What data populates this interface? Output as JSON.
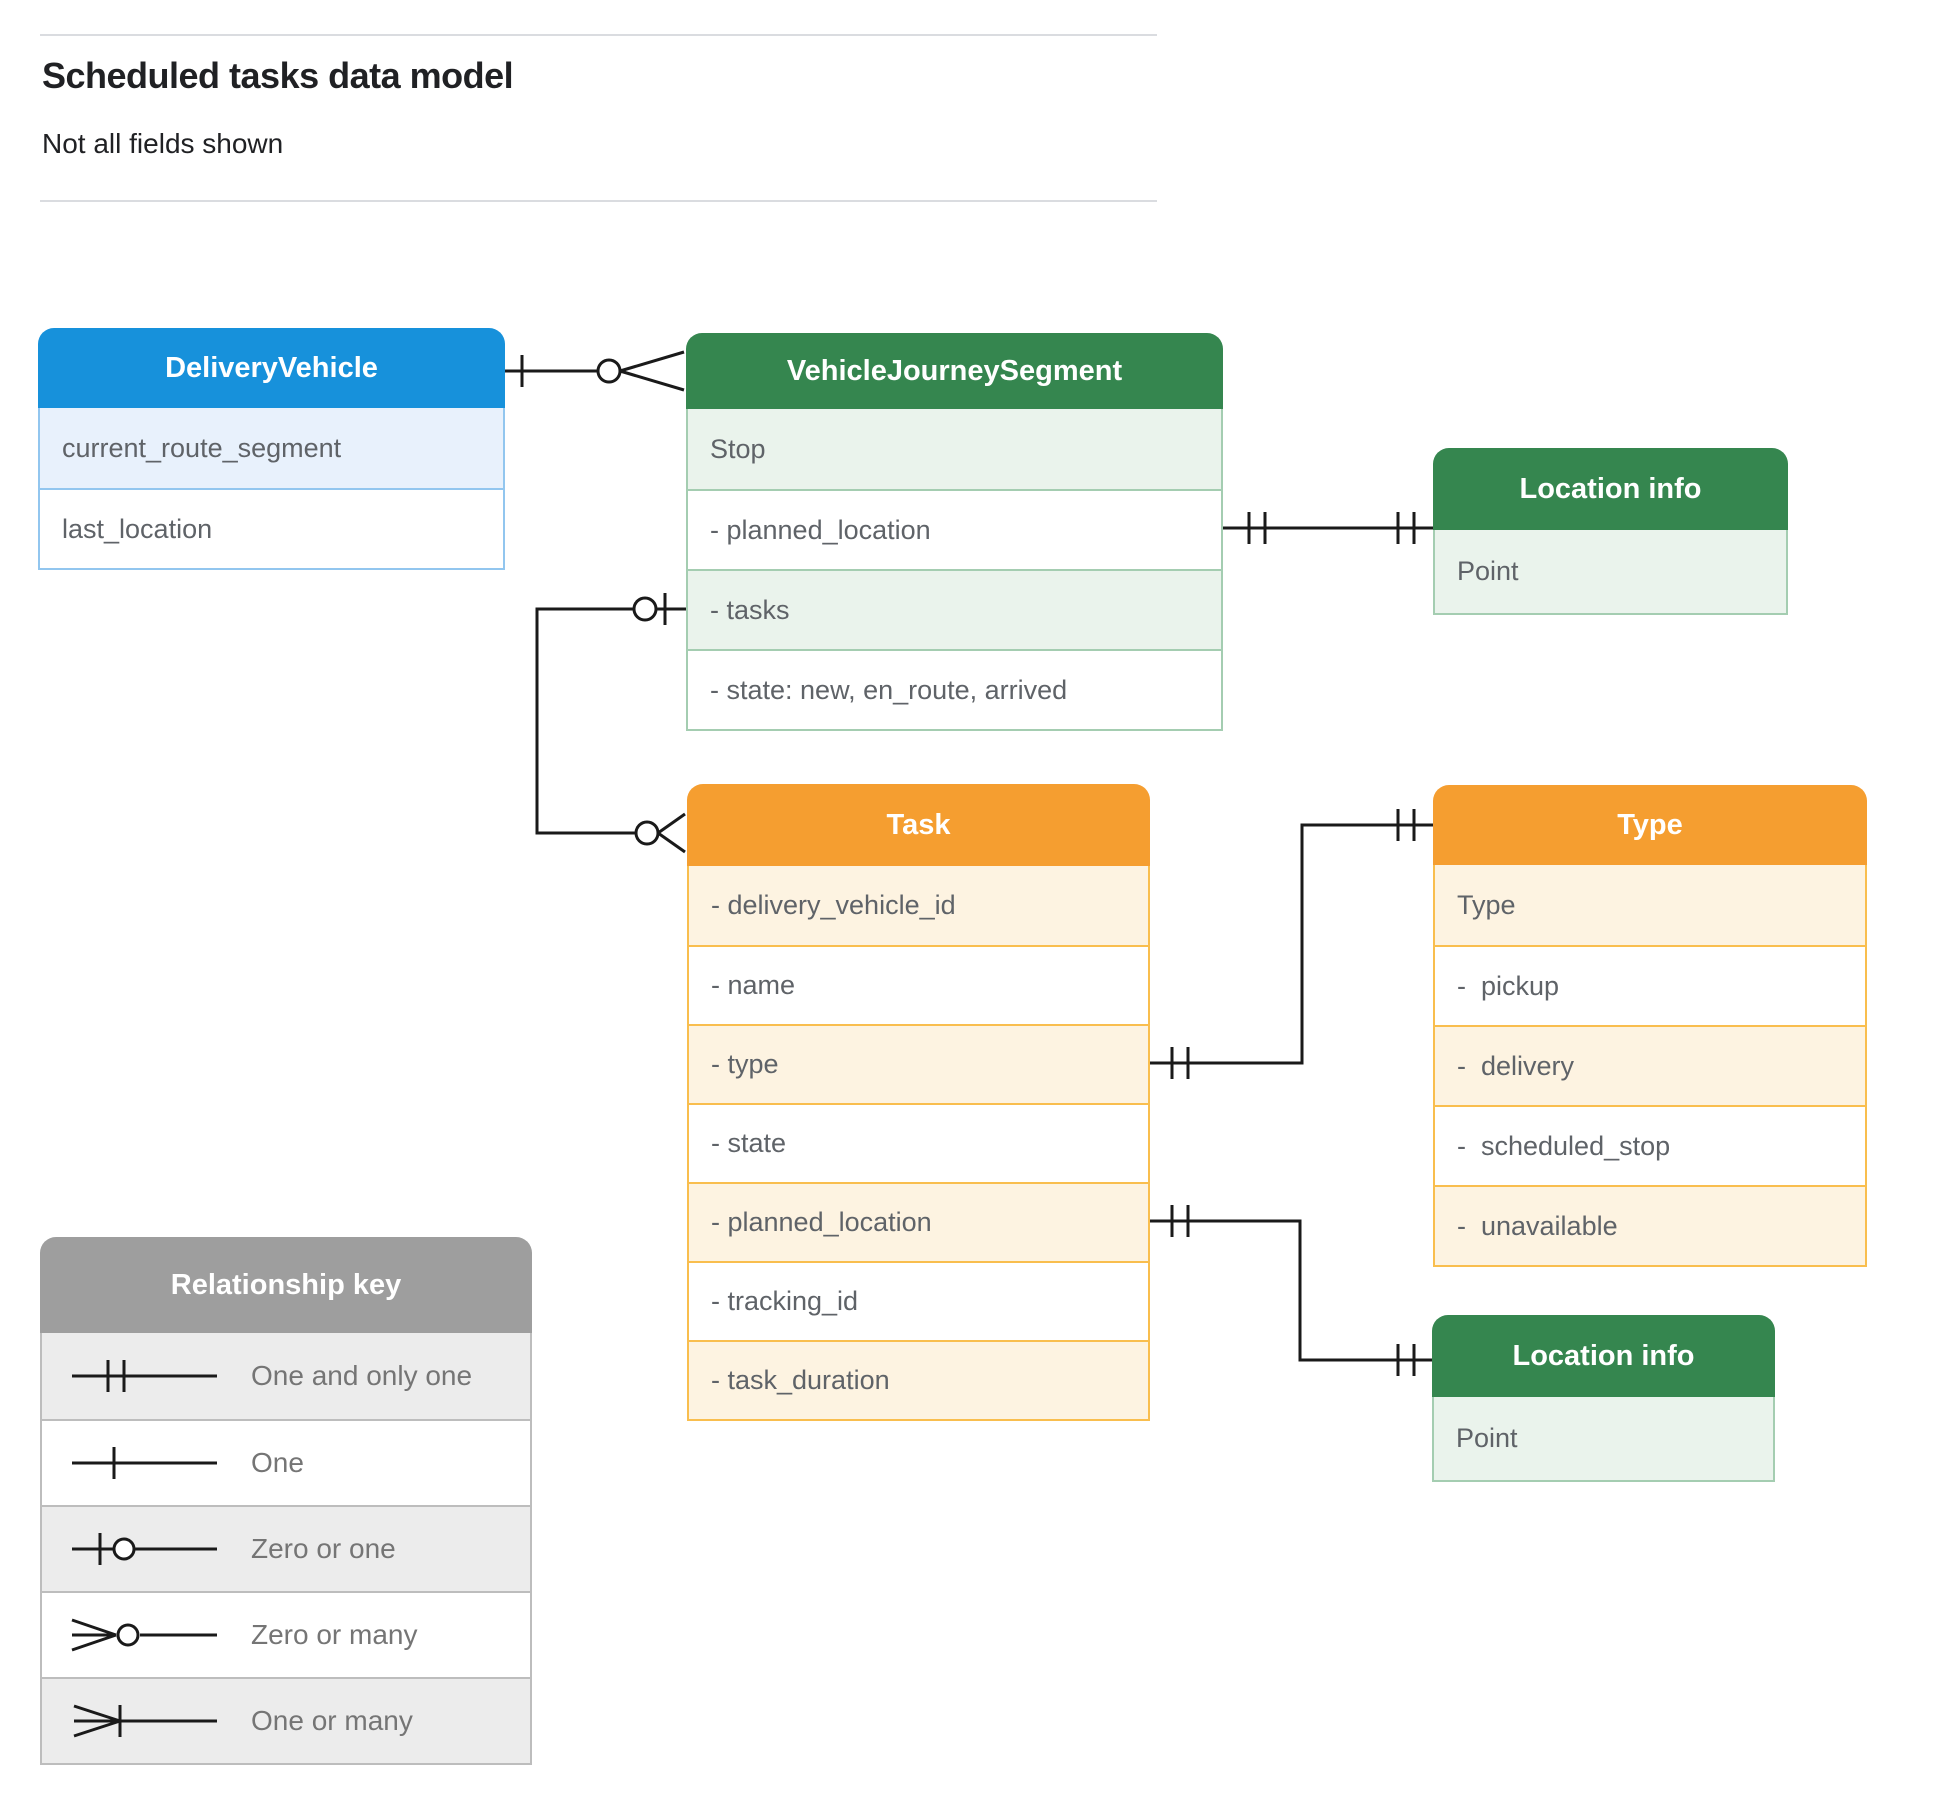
{
  "page": {
    "title": "Scheduled tasks data model",
    "subtitle": "Not all fields shown"
  },
  "colors": {
    "blue_header": "#1791db",
    "green_header": "#35864f",
    "orange_header": "#f59e30",
    "gray_header": "#9e9e9e",
    "blue_tint": "#e8f1fc",
    "green_tint": "#eaf3ec",
    "orange_tint": "#fdf3e1",
    "gray_tint": "#ececec",
    "wire": "#1a1a1a"
  },
  "entities": {
    "delivery_vehicle": {
      "title": "DeliveryVehicle",
      "rows": [
        "current_route_segment",
        "last_location"
      ]
    },
    "vehicle_journey_segment": {
      "title": "VehicleJourneySegment",
      "rows": [
        "Stop",
        "- planned_location",
        "- tasks",
        "- state: new, en_route, arrived"
      ]
    },
    "location_info_1": {
      "title": "Location info",
      "rows": [
        "Point"
      ]
    },
    "task": {
      "title": "Task",
      "rows": [
        "- delivery_vehicle_id",
        "- name",
        "- type",
        "- state",
        "- planned_location",
        "- tracking_id",
        "- task_duration"
      ]
    },
    "type": {
      "title": "Type",
      "rows": [
        "Type",
        "-  pickup",
        "-  delivery",
        "-  scheduled_stop",
        "-  unavailable"
      ]
    },
    "location_info_2": {
      "title": "Location info",
      "rows": [
        "Point"
      ]
    }
  },
  "legend": {
    "title": "Relationship key",
    "items": [
      {
        "symbol": "one-and-only-one",
        "label": "One and only one"
      },
      {
        "symbol": "one",
        "label": "One"
      },
      {
        "symbol": "zero-or-one",
        "label": "Zero or one"
      },
      {
        "symbol": "zero-or-many",
        "label": "Zero or many"
      },
      {
        "symbol": "one-or-many",
        "label": "One or many"
      }
    ]
  },
  "connections": [
    {
      "from": "DeliveryVehicle",
      "from_cardinality": "one",
      "to": "VehicleJourneySegment",
      "to_cardinality": "zero-or-many"
    },
    {
      "from": "VehicleJourneySegment.tasks",
      "from_cardinality": "zero-or-one",
      "to": "Task",
      "to_cardinality": "zero-or-many"
    },
    {
      "from": "VehicleJourneySegment.planned_location",
      "from_cardinality": "one-and-only-one",
      "to": "Location info",
      "to_cardinality": "one-and-only-one"
    },
    {
      "from": "Task.type",
      "from_cardinality": "one-and-only-one",
      "to": "Type",
      "to_cardinality": "one-and-only-one"
    },
    {
      "from": "Task.planned_location",
      "from_cardinality": "one-and-only-one",
      "to": "Location info",
      "to_cardinality": "one-and-only-one"
    }
  ]
}
